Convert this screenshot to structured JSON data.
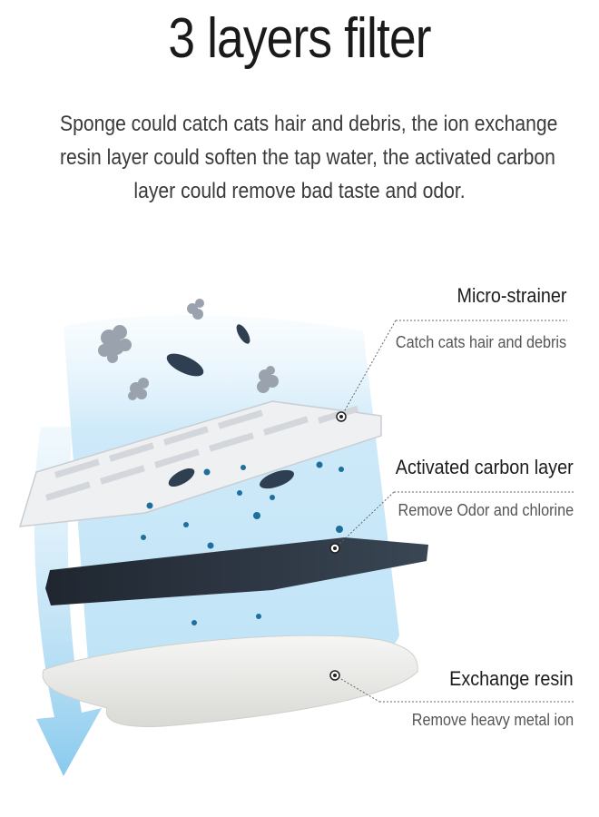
{
  "title": "3 layers filter",
  "description": [
    "Sponge could catch cats hair and debris, the ion exchange",
    "resin layer could soften the tap water, the activated carbon",
    "layer could remove bad taste and odor."
  ],
  "layers": [
    {
      "name": "Micro-strainer",
      "description": "Catch cats hair and debris"
    },
    {
      "name": "Activated carbon layer",
      "description": "Remove Odor and chlorine"
    },
    {
      "name": "Exchange resin",
      "description": "Remove heavy metal ion"
    }
  ],
  "colors": {
    "water": "#bfe3f7",
    "arrow": "#8fcff0",
    "strainer": "#eef0f2",
    "carbon": "#2b3440",
    "resin": "#ececea",
    "particle": "#1e6f9e",
    "debris": "#9aa3ad"
  }
}
